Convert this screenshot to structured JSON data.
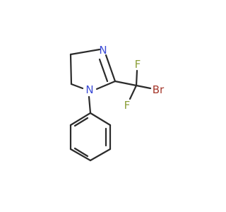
{
  "molecule": {
    "atoms": {
      "n_imine": {
        "symbol": "N",
        "color": "#3b4bd6"
      },
      "n_amine": {
        "symbol": "N",
        "color": "#3b4bd6"
      },
      "f_top": {
        "symbol": "F",
        "color": "#8c9f3a"
      },
      "f_bottom": {
        "symbol": "F",
        "color": "#8c9f3a"
      },
      "br": {
        "symbol": "Br",
        "color": "#a5372b"
      }
    },
    "bond_color": "#2b2b2b"
  }
}
